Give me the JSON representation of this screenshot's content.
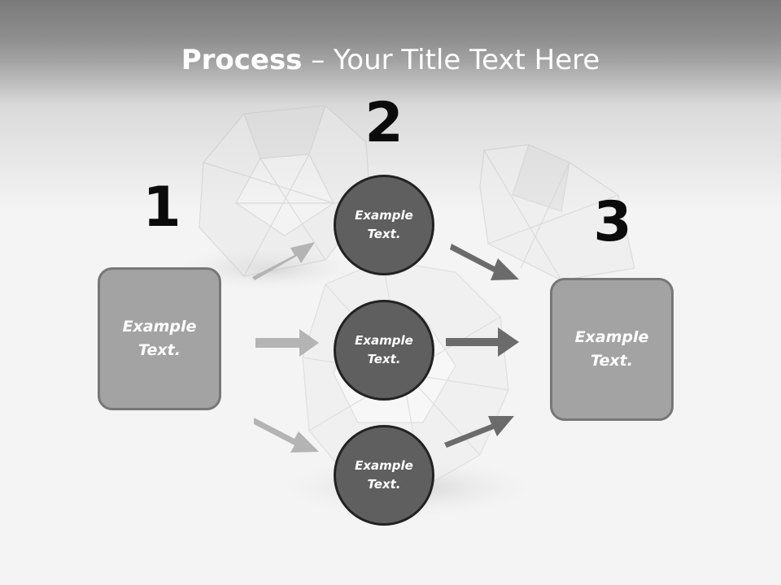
{
  "title": {
    "strong": "Process",
    "rest": " – Your Title Text Here"
  },
  "steps": [
    {
      "number": "1"
    },
    {
      "number": "2"
    },
    {
      "number": "3"
    }
  ],
  "left_box": {
    "text": "Example Text."
  },
  "right_box": {
    "text": "Example Text."
  },
  "circles": [
    {
      "text": "Example Text."
    },
    {
      "text": "Example Text."
    },
    {
      "text": "Example Text."
    }
  ],
  "colors": {
    "header": "#8e8e8e",
    "box_fill": "#a3a3a3",
    "box_border": "#777777",
    "circle_fill": "#5f5f5f",
    "circle_border": "#222222",
    "arrow_light": "#b4b4b4",
    "arrow_dark": "#6b6b6b"
  }
}
